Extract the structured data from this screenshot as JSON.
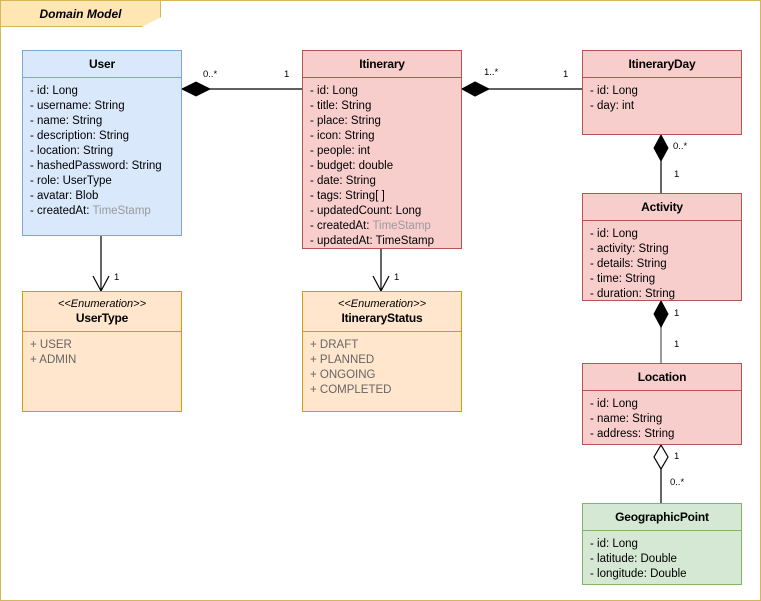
{
  "frame": {
    "title": "Domain Model",
    "border_color": "#d6b656",
    "tab_fill": "#ffe6b3"
  },
  "palette": {
    "blue_fill": "#dae8fc",
    "blue_stroke": "#7ea6d9",
    "pink_fill": "#f8cecc",
    "pink_stroke": "#b85450",
    "green_fill": "#d5e8d4",
    "green_stroke": "#82b366",
    "enum_fill": "#ffe6cc",
    "enum_stroke": "#d79b00",
    "muted_type": "#9a9a9a"
  },
  "classes": {
    "user": {
      "name": "User",
      "attrs": [
        {
          "text": "- id: Long"
        },
        {
          "text": "- username: String"
        },
        {
          "text": "- name: String"
        },
        {
          "text": "- description: String"
        },
        {
          "text": "- location: String"
        },
        {
          "text": "- hashedPassword: String"
        },
        {
          "text": "- role: UserType"
        },
        {
          "text": "- avatar: Blob"
        },
        {
          "text": "- createdAt: ",
          "type": "TimeStamp",
          "muted": true
        }
      ]
    },
    "itinerary": {
      "name": "Itinerary",
      "attrs": [
        {
          "text": "- id: Long"
        },
        {
          "text": "- title: String"
        },
        {
          "text": "- place: String"
        },
        {
          "text": "- icon: String"
        },
        {
          "text": "- people: int"
        },
        {
          "text": "- budget: double"
        },
        {
          "text": "- date: String"
        },
        {
          "text": "- tags: String[ ]"
        },
        {
          "text": "- updatedCount: Long"
        },
        {
          "text": "- createdAt: ",
          "type": "TimeStamp",
          "muted": true
        },
        {
          "text": "- updatedAt: TimeStamp"
        }
      ]
    },
    "itineraryday": {
      "name": "ItineraryDay",
      "attrs": [
        {
          "text": "- id: Long"
        },
        {
          "text": "- day: int"
        }
      ]
    },
    "activity": {
      "name": "Activity",
      "attrs": [
        {
          "text": "- id: Long"
        },
        {
          "text": "- activity: String"
        },
        {
          "text": "- details: String"
        },
        {
          "text": "- time: String"
        },
        {
          "text": "- duration: String"
        }
      ]
    },
    "location": {
      "name": "Location",
      "attrs": [
        {
          "text": "- id: Long"
        },
        {
          "text": "- name: String"
        },
        {
          "text": "- address: String"
        }
      ]
    },
    "geographicpoint": {
      "name": "GeographicPoint",
      "attrs": [
        {
          "text": "- id: Long"
        },
        {
          "text": "- latitude: Double"
        },
        {
          "text": "- longitude: Double"
        }
      ]
    },
    "usertype": {
      "stereotype": "<<Enumeration>>",
      "name": "UserType",
      "attrs": [
        {
          "text": "+ USER"
        },
        {
          "text": "+ ADMIN"
        }
      ]
    },
    "itinerarystatus": {
      "stereotype": "<<Enumeration>>",
      "name": "ItineraryStatus",
      "attrs": [
        {
          "text": "+ DRAFT"
        },
        {
          "text": "+ PLANNED"
        },
        {
          "text": "+ ONGOING"
        },
        {
          "text": "+ COMPLETED"
        }
      ]
    }
  },
  "relationships": [
    {
      "id": "user-itinerary",
      "from": "User",
      "to": "Itinerary",
      "kind": "composition",
      "source_multiplicity": "0..*",
      "target_multiplicity": "1"
    },
    {
      "id": "itinerary-itineraryday",
      "from": "Itinerary",
      "to": "ItineraryDay",
      "kind": "composition",
      "source_multiplicity": "1..*",
      "target_multiplicity": "1"
    },
    {
      "id": "itineraryday-activity",
      "from": "ItineraryDay",
      "to": "Activity",
      "kind": "composition",
      "source_multiplicity": "0..*",
      "target_multiplicity": "1"
    },
    {
      "id": "activity-location",
      "from": "Activity",
      "to": "Location",
      "kind": "composition",
      "source_multiplicity": "1",
      "target_multiplicity": "1"
    },
    {
      "id": "location-geographicpoint",
      "from": "Location",
      "to": "GeographicPoint",
      "kind": "aggregation",
      "source_multiplicity": "1",
      "target_multiplicity": "0..*"
    },
    {
      "id": "user-usertype",
      "from": "User",
      "to": "UserType",
      "kind": "dependency",
      "source_multiplicity": "",
      "target_multiplicity": "1"
    },
    {
      "id": "itinerary-itinerarystatus",
      "from": "Itinerary",
      "to": "ItineraryStatus",
      "kind": "dependency",
      "source_multiplicity": "",
      "target_multiplicity": "1"
    }
  ]
}
